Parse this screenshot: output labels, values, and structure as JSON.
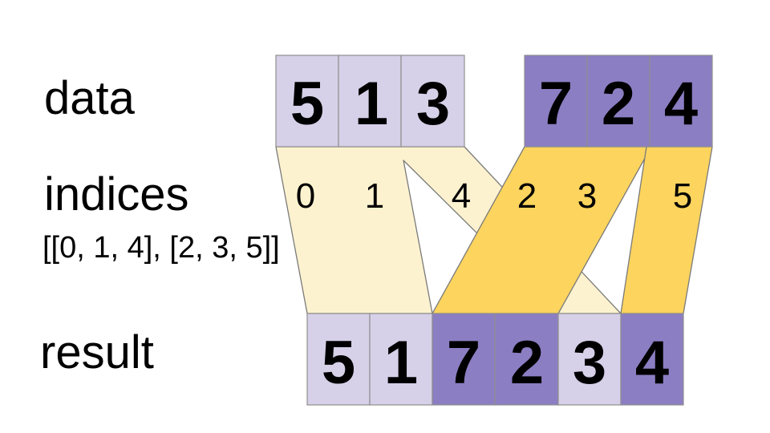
{
  "labels": {
    "data": "data",
    "indices": "indices",
    "indices_value": "[[0, 1, 4], [2, 3, 5]]",
    "result": "result"
  },
  "arrays": {
    "first": {
      "values": [
        "5",
        "1",
        "3"
      ],
      "indices": [
        "0",
        "1",
        "4"
      ]
    },
    "second": {
      "values": [
        "7",
        "2",
        "4"
      ],
      "indices": [
        "2",
        "3",
        "5"
      ]
    }
  },
  "result": {
    "values": [
      "5",
      "1",
      "7",
      "2",
      "3",
      "4"
    ]
  },
  "colors": {
    "light_cell": "#d6d0e8",
    "dark_cell": "#8c7ec3",
    "light_band": "#fdf2cf",
    "dark_band": "#fcd45e",
    "background": "#ffffff",
    "text": "#000000",
    "border": "#8f8f8f"
  }
}
